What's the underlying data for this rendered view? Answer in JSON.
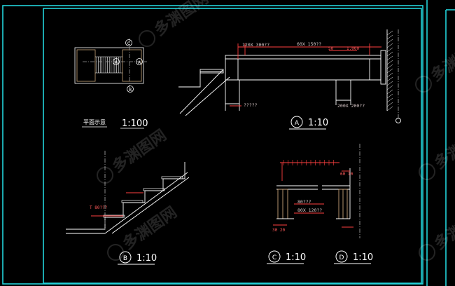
{
  "palette": {
    "background": "#000000",
    "frame": "#22d3d9",
    "linework": "#ffffff",
    "hidden": "#9a9a9a",
    "dimension_red": "#ff4040",
    "dimension_text": "#d8c8c8",
    "tan": "#c9a57a",
    "green_ext": "#55ff55",
    "watermark": "#ffffff"
  },
  "plan": {
    "title": "平面示意",
    "scale": "1:100",
    "marker_top": "C",
    "marker_mid_left": "A",
    "marker_mid_right": "A",
    "marker_bottom": "B",
    "marker_icon": "section-marker-icon"
  },
  "section_a": {
    "letter": "A",
    "scale": "1:10",
    "dim_top_left": "120X 300??",
    "dim_top_mid": "60X 150??",
    "dim_small_1": "50",
    "dim_small_2": "1.000",
    "note_left": "?????",
    "dim_bottom_right": "200X 200??"
  },
  "section_b": {
    "letter": "B",
    "scale": "1:10",
    "note": "T 80???"
  },
  "section_c": {
    "letter": "C",
    "scale": "1:10",
    "dim_1": "80???",
    "dim_2": "80X 120??",
    "dim_3": "30 20"
  },
  "section_d": {
    "letter": "D",
    "scale": "1:10",
    "dim_1": "60 10"
  },
  "watermark": {
    "text": "多渊图网",
    "icon": "watermark-logo-icon"
  }
}
